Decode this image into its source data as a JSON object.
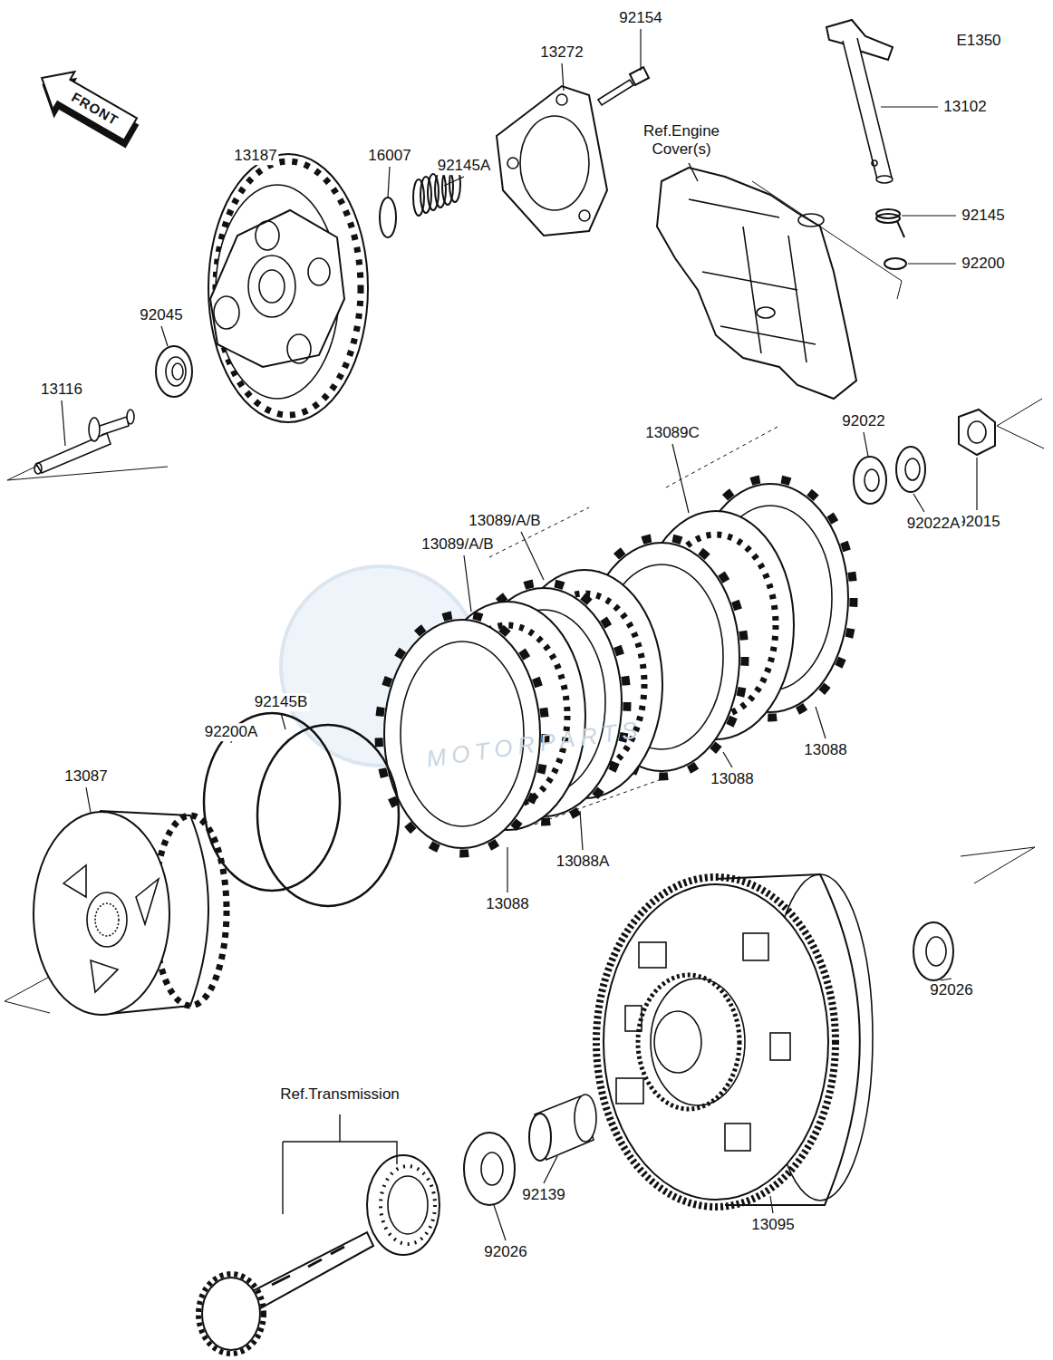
{
  "diagram": {
    "labels": [
      "E1350",
      "FRONT",
      "92154",
      "13272",
      "13102",
      "92145A",
      "16007",
      "13187",
      "Ref.Engine Cover(s)",
      "92145",
      "92200",
      "92045",
      "13116",
      "92022",
      "13089C",
      "92015",
      "92022A",
      "13089/A/B",
      "13089/A/B",
      "92145B",
      "92200A",
      "13087",
      "13088",
      "13088",
      "13088A",
      "13088",
      "92026",
      "Ref.Transmission",
      "92139",
      "92026",
      "13095",
      "MOTORPARTS"
    ]
  }
}
